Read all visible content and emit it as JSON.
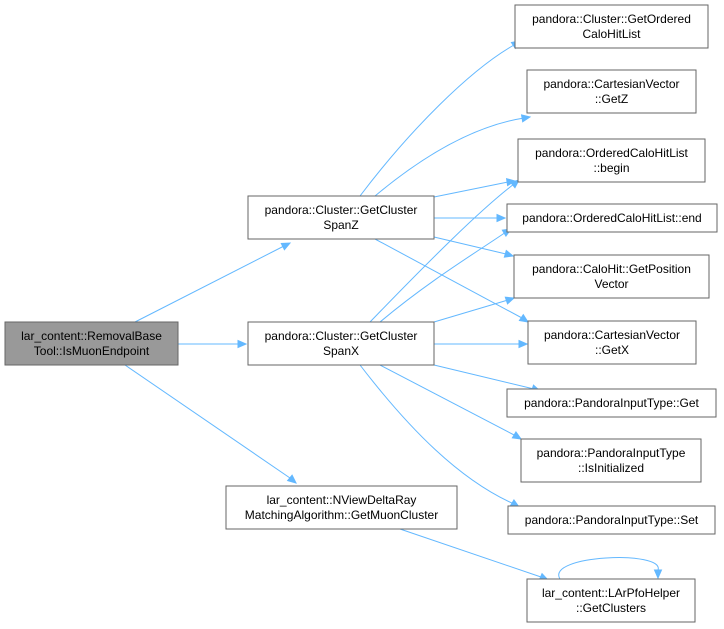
{
  "colors": {
    "edge": "#63b8ff",
    "node_border": "#666666",
    "root_fill": "#999999",
    "node_fill": "#ffffff",
    "text": "#000000"
  },
  "nodes": [
    {
      "id": "root",
      "lines": [
        "lar_content::RemovalBase",
        "Tool::IsMuonEndpoint"
      ],
      "highlighted": true
    },
    {
      "id": "spanZ",
      "lines": [
        "pandora::Cluster::GetCluster",
        "SpanZ"
      ]
    },
    {
      "id": "spanX",
      "lines": [
        "pandora::Cluster::GetCluster",
        "SpanX"
      ]
    },
    {
      "id": "getMuonCluster",
      "lines": [
        "lar_content::NViewDeltaRay",
        "MatchingAlgorithm::GetMuonCluster"
      ]
    },
    {
      "id": "getOrderedCaloHitList",
      "lines": [
        "pandora::Cluster::GetOrdered",
        "CaloHitList"
      ]
    },
    {
      "id": "getZ",
      "lines": [
        "pandora::CartesianVector",
        "::GetZ"
      ]
    },
    {
      "id": "begin",
      "lines": [
        "pandora::OrderedCaloHitList",
        "::begin"
      ]
    },
    {
      "id": "end",
      "lines": [
        "pandora::OrderedCaloHitList::end"
      ]
    },
    {
      "id": "getPositionVector",
      "lines": [
        "pandora::CaloHit::GetPosition",
        "Vector"
      ]
    },
    {
      "id": "getX",
      "lines": [
        "pandora::CartesianVector",
        "::GetX"
      ]
    },
    {
      "id": "inputGet",
      "lines": [
        "pandora::PandoraInputType::Get"
      ]
    },
    {
      "id": "isInitialized",
      "lines": [
        "pandora::PandoraInputType",
        "::IsInitialized"
      ]
    },
    {
      "id": "inputSet",
      "lines": [
        "pandora::PandoraInputType::Set"
      ]
    },
    {
      "id": "getClusters",
      "lines": [
        "lar_content::LArPfoHelper",
        "::GetClusters"
      ]
    }
  ],
  "edges": [
    {
      "from": "root",
      "to": "spanZ"
    },
    {
      "from": "root",
      "to": "spanX"
    },
    {
      "from": "root",
      "to": "getMuonCluster"
    },
    {
      "from": "spanZ",
      "to": "getOrderedCaloHitList"
    },
    {
      "from": "spanZ",
      "to": "getZ"
    },
    {
      "from": "spanZ",
      "to": "begin"
    },
    {
      "from": "spanZ",
      "to": "end"
    },
    {
      "from": "spanZ",
      "to": "getPositionVector"
    },
    {
      "from": "spanZ",
      "to": "getX"
    },
    {
      "from": "spanX",
      "to": "begin"
    },
    {
      "from": "spanX",
      "to": "end"
    },
    {
      "from": "spanX",
      "to": "getPositionVector"
    },
    {
      "from": "spanX",
      "to": "getX"
    },
    {
      "from": "spanX",
      "to": "inputGet"
    },
    {
      "from": "spanX",
      "to": "isInitialized"
    },
    {
      "from": "spanX",
      "to": "inputSet"
    },
    {
      "from": "getMuonCluster",
      "to": "getClusters"
    },
    {
      "from": "getClusters",
      "to": "getClusters"
    }
  ]
}
